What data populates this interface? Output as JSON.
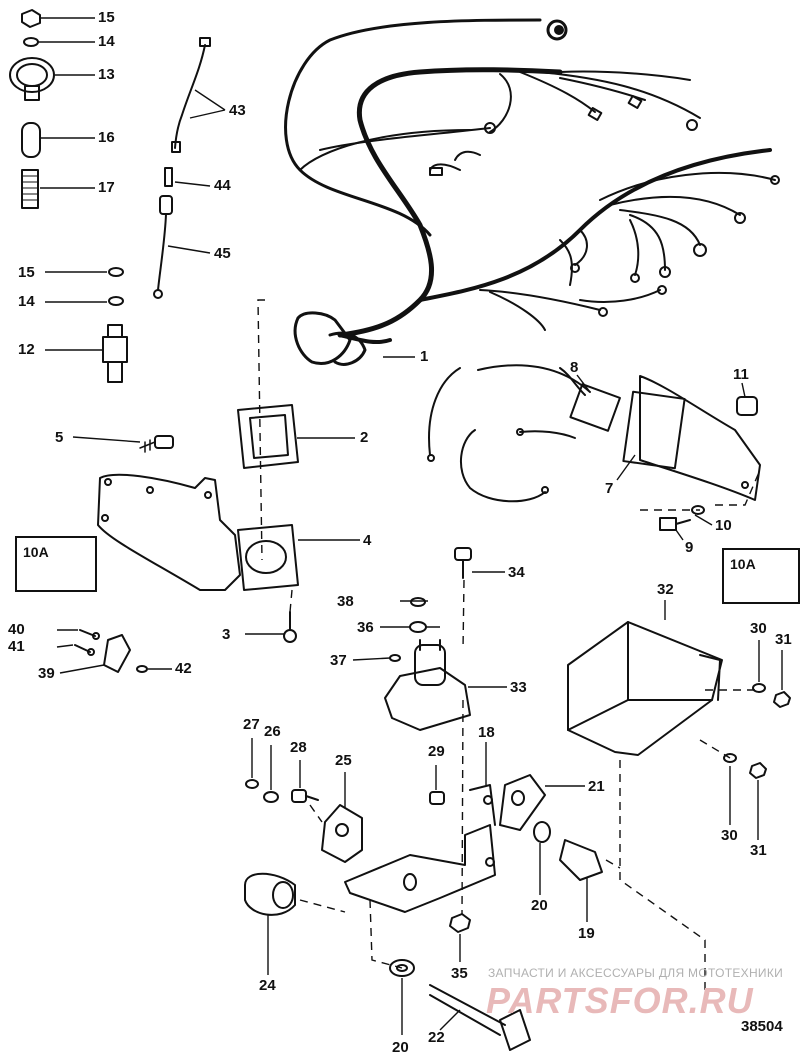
{
  "callouts": {
    "c1": "1",
    "c2": "2",
    "c3": "3",
    "c4": "4",
    "c5": "5",
    "c7": "7",
    "c8": "8",
    "c9": "9",
    "c10": "10",
    "c11": "11",
    "c12": "12",
    "c13": "13",
    "c14a": "14",
    "c14b": "14",
    "c15a": "15",
    "c15b": "15",
    "c16": "16",
    "c17": "17",
    "c18": "18",
    "c19": "19",
    "c20a": "20",
    "c20b": "20",
    "c21": "21",
    "c22": "22",
    "c24": "24",
    "c25": "25",
    "c26": "26",
    "c27": "27",
    "c28": "28",
    "c29": "29",
    "c30a": "30",
    "c30b": "30",
    "c31a": "31",
    "c31b": "31",
    "c32": "32",
    "c33": "33",
    "c34": "34",
    "c35": "35",
    "c36": "36",
    "c37": "37",
    "c38": "38",
    "c39": "39",
    "c40": "40",
    "c41": "41",
    "c42": "42",
    "c43": "43",
    "c44": "44",
    "c45": "45"
  },
  "insets": {
    "left_label": "10A",
    "right_label": "10A"
  },
  "figure_number": "38504",
  "watermark": {
    "caption": "ЗАПЧАСТИ И АКСЕССУАРЫ ДЛЯ МОТОТЕХНИКИ",
    "logo": "PARTSFOR.RU"
  },
  "colors": {
    "ink": "#111111",
    "watermark_text": "#b0b0b0",
    "watermark_logo": "#e8b9b9"
  }
}
